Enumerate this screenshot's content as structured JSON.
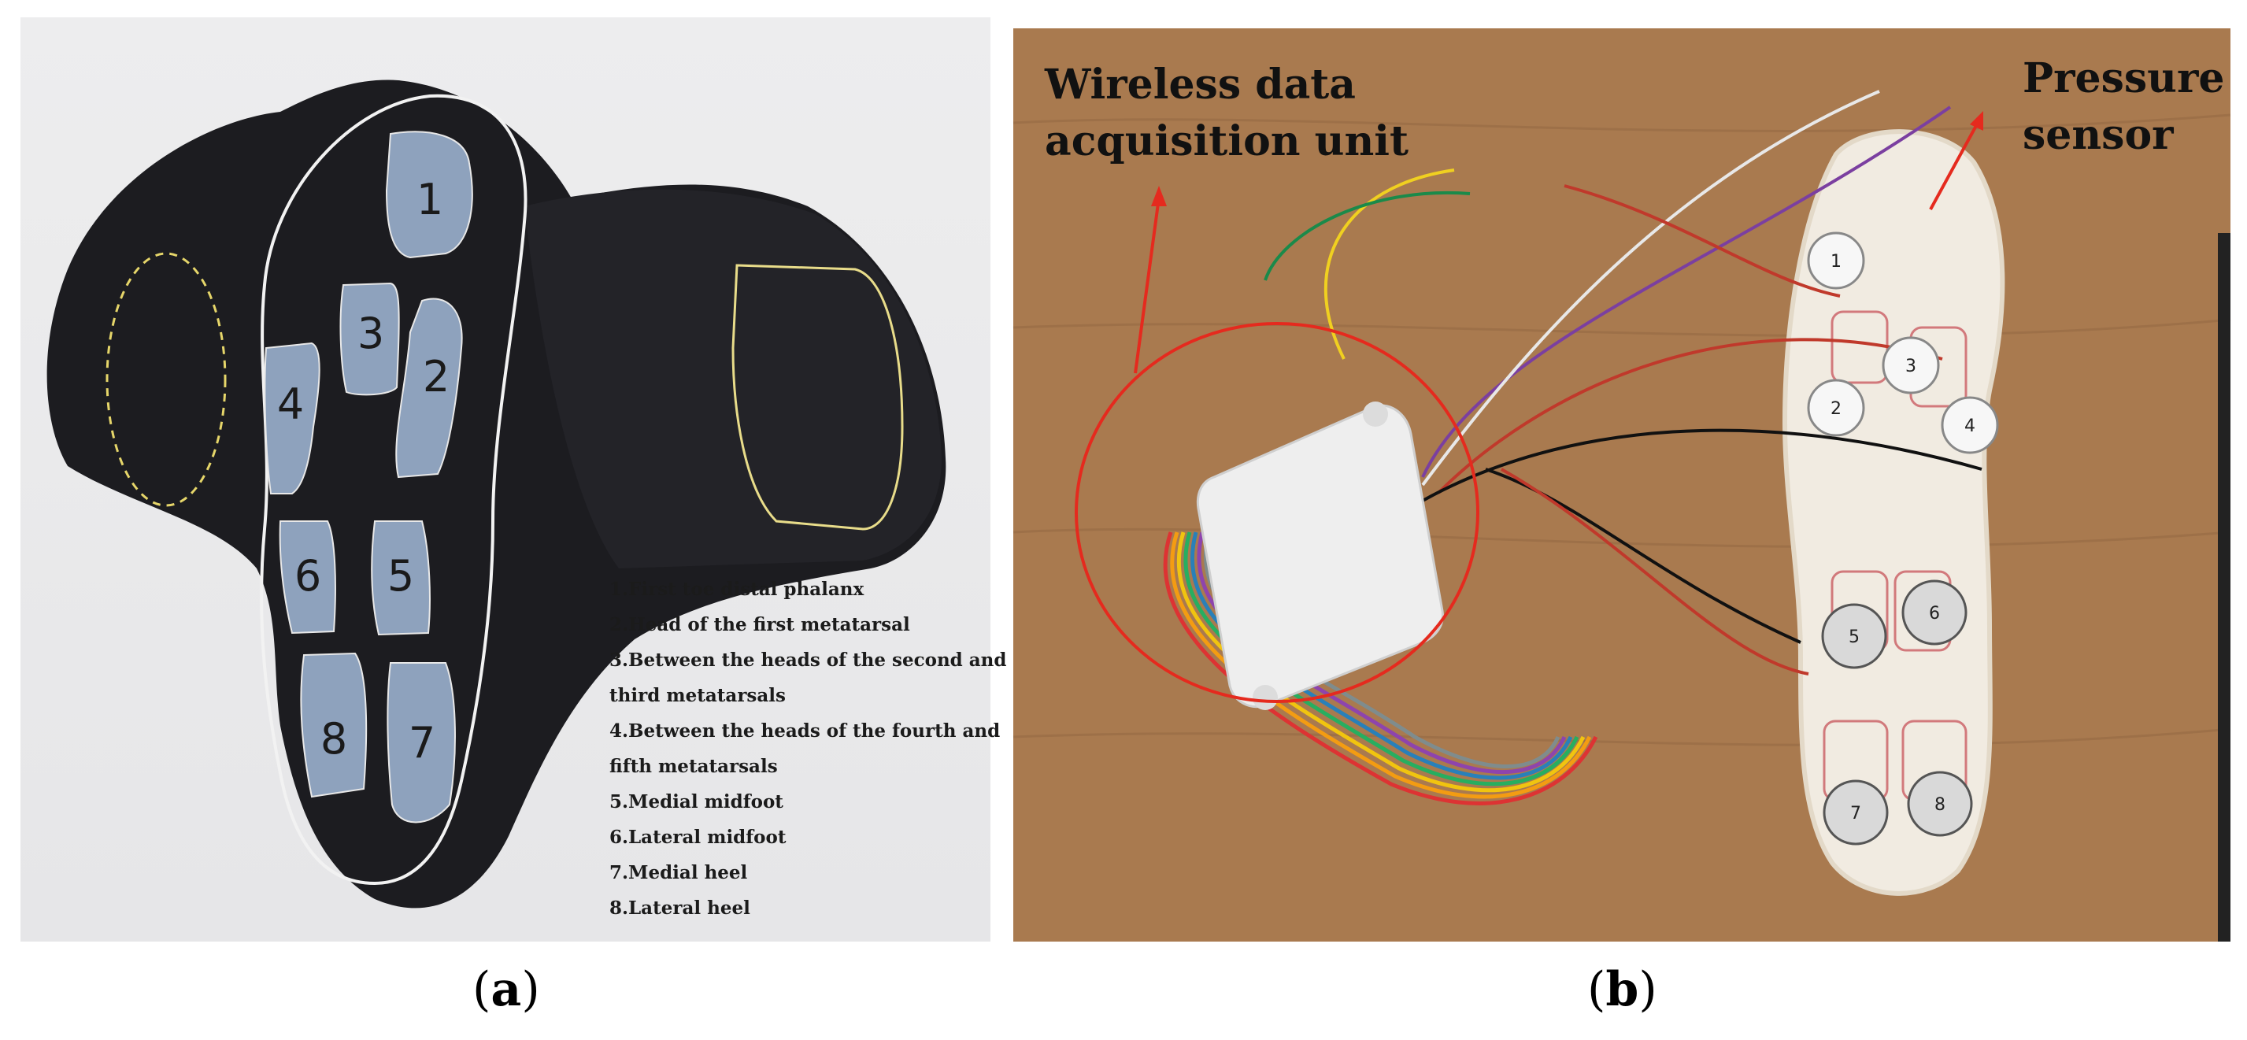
{
  "panel_a": {
    "zone_labels": [
      "1",
      "2",
      "3",
      "4",
      "5",
      "6",
      "7",
      "8"
    ],
    "legend": [
      "1.First toe distal phalanx",
      "2.Head of the first metatarsal",
      "3.Between the heads of the second and",
      "third metatarsals",
      "4.Between the heads of the fourth and",
      "fifth metatarsals",
      "5.Medial midfoot",
      "6.Lateral midfoot",
      "7.Medial heel",
      "8.Lateral heel"
    ],
    "caption_open": "(",
    "caption_letter": "a",
    "caption_close": ")"
  },
  "panel_b": {
    "annotation_left_line1": "Wireless data",
    "annotation_left_line2": "acquisition unit",
    "annotation_right_line1": "Pressure",
    "annotation_right_line2": "sensor",
    "sensor_labels": [
      "1",
      "2",
      "3",
      "4",
      "5",
      "6",
      "7",
      "8"
    ],
    "caption_open": "(",
    "caption_letter": "b",
    "caption_close": ")"
  },
  "colors": {
    "zone_fill": "#8ea2bd",
    "annotation_red": "#e52a1e",
    "insole_cream": "#f1ebe1",
    "wood": "#a97a4f"
  }
}
